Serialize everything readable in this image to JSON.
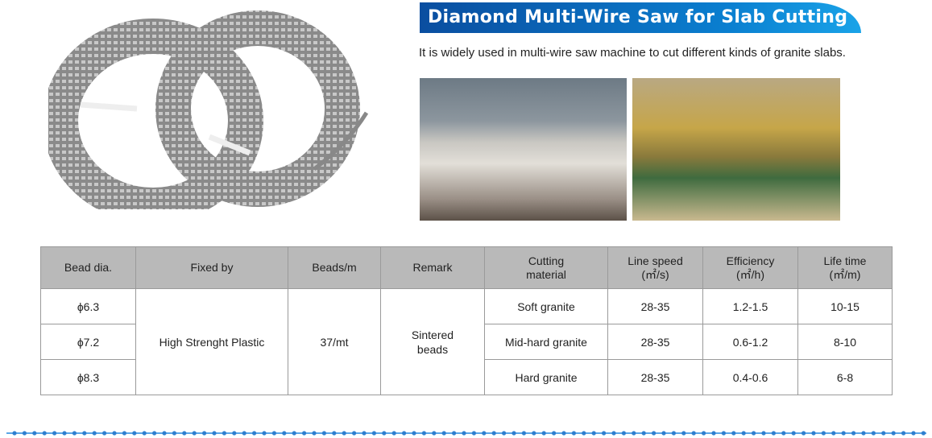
{
  "title": "Diamond Multi-Wire Saw for Slab Cutting",
  "subtitle": "It is widely used in multi-wire saw machine to cut different kinds of granite slabs.",
  "table": {
    "headers": [
      "Bead dia.",
      "Fixed by",
      "Beads/m",
      "Remark",
      "Cutting material",
      "Line speed (㎡/s)",
      "Efficiency (㎡/h)",
      "Life time (㎡/m)"
    ],
    "fixed_by": "High Strenght Plastic",
    "beads_per_m": "37/mt",
    "remark": "Sintered beads",
    "rows": [
      {
        "dia": "ϕ6.3",
        "material": "Soft granite",
        "speed": "28-35",
        "efficiency": "1.2-1.5",
        "life": "10-15"
      },
      {
        "dia": "ϕ7.2",
        "material": "Mid-hard granite",
        "speed": "28-35",
        "efficiency": "0.6-1.2",
        "life": "8-10"
      },
      {
        "dia": "ϕ8.3",
        "material": "Hard granite",
        "speed": "28-35",
        "efficiency": "0.4-0.6",
        "life": "6-8"
      }
    ]
  },
  "colors": {
    "banner": "#0a6fc2",
    "header_bg": "#b9b9b9",
    "dots": "#3a8fd6"
  }
}
